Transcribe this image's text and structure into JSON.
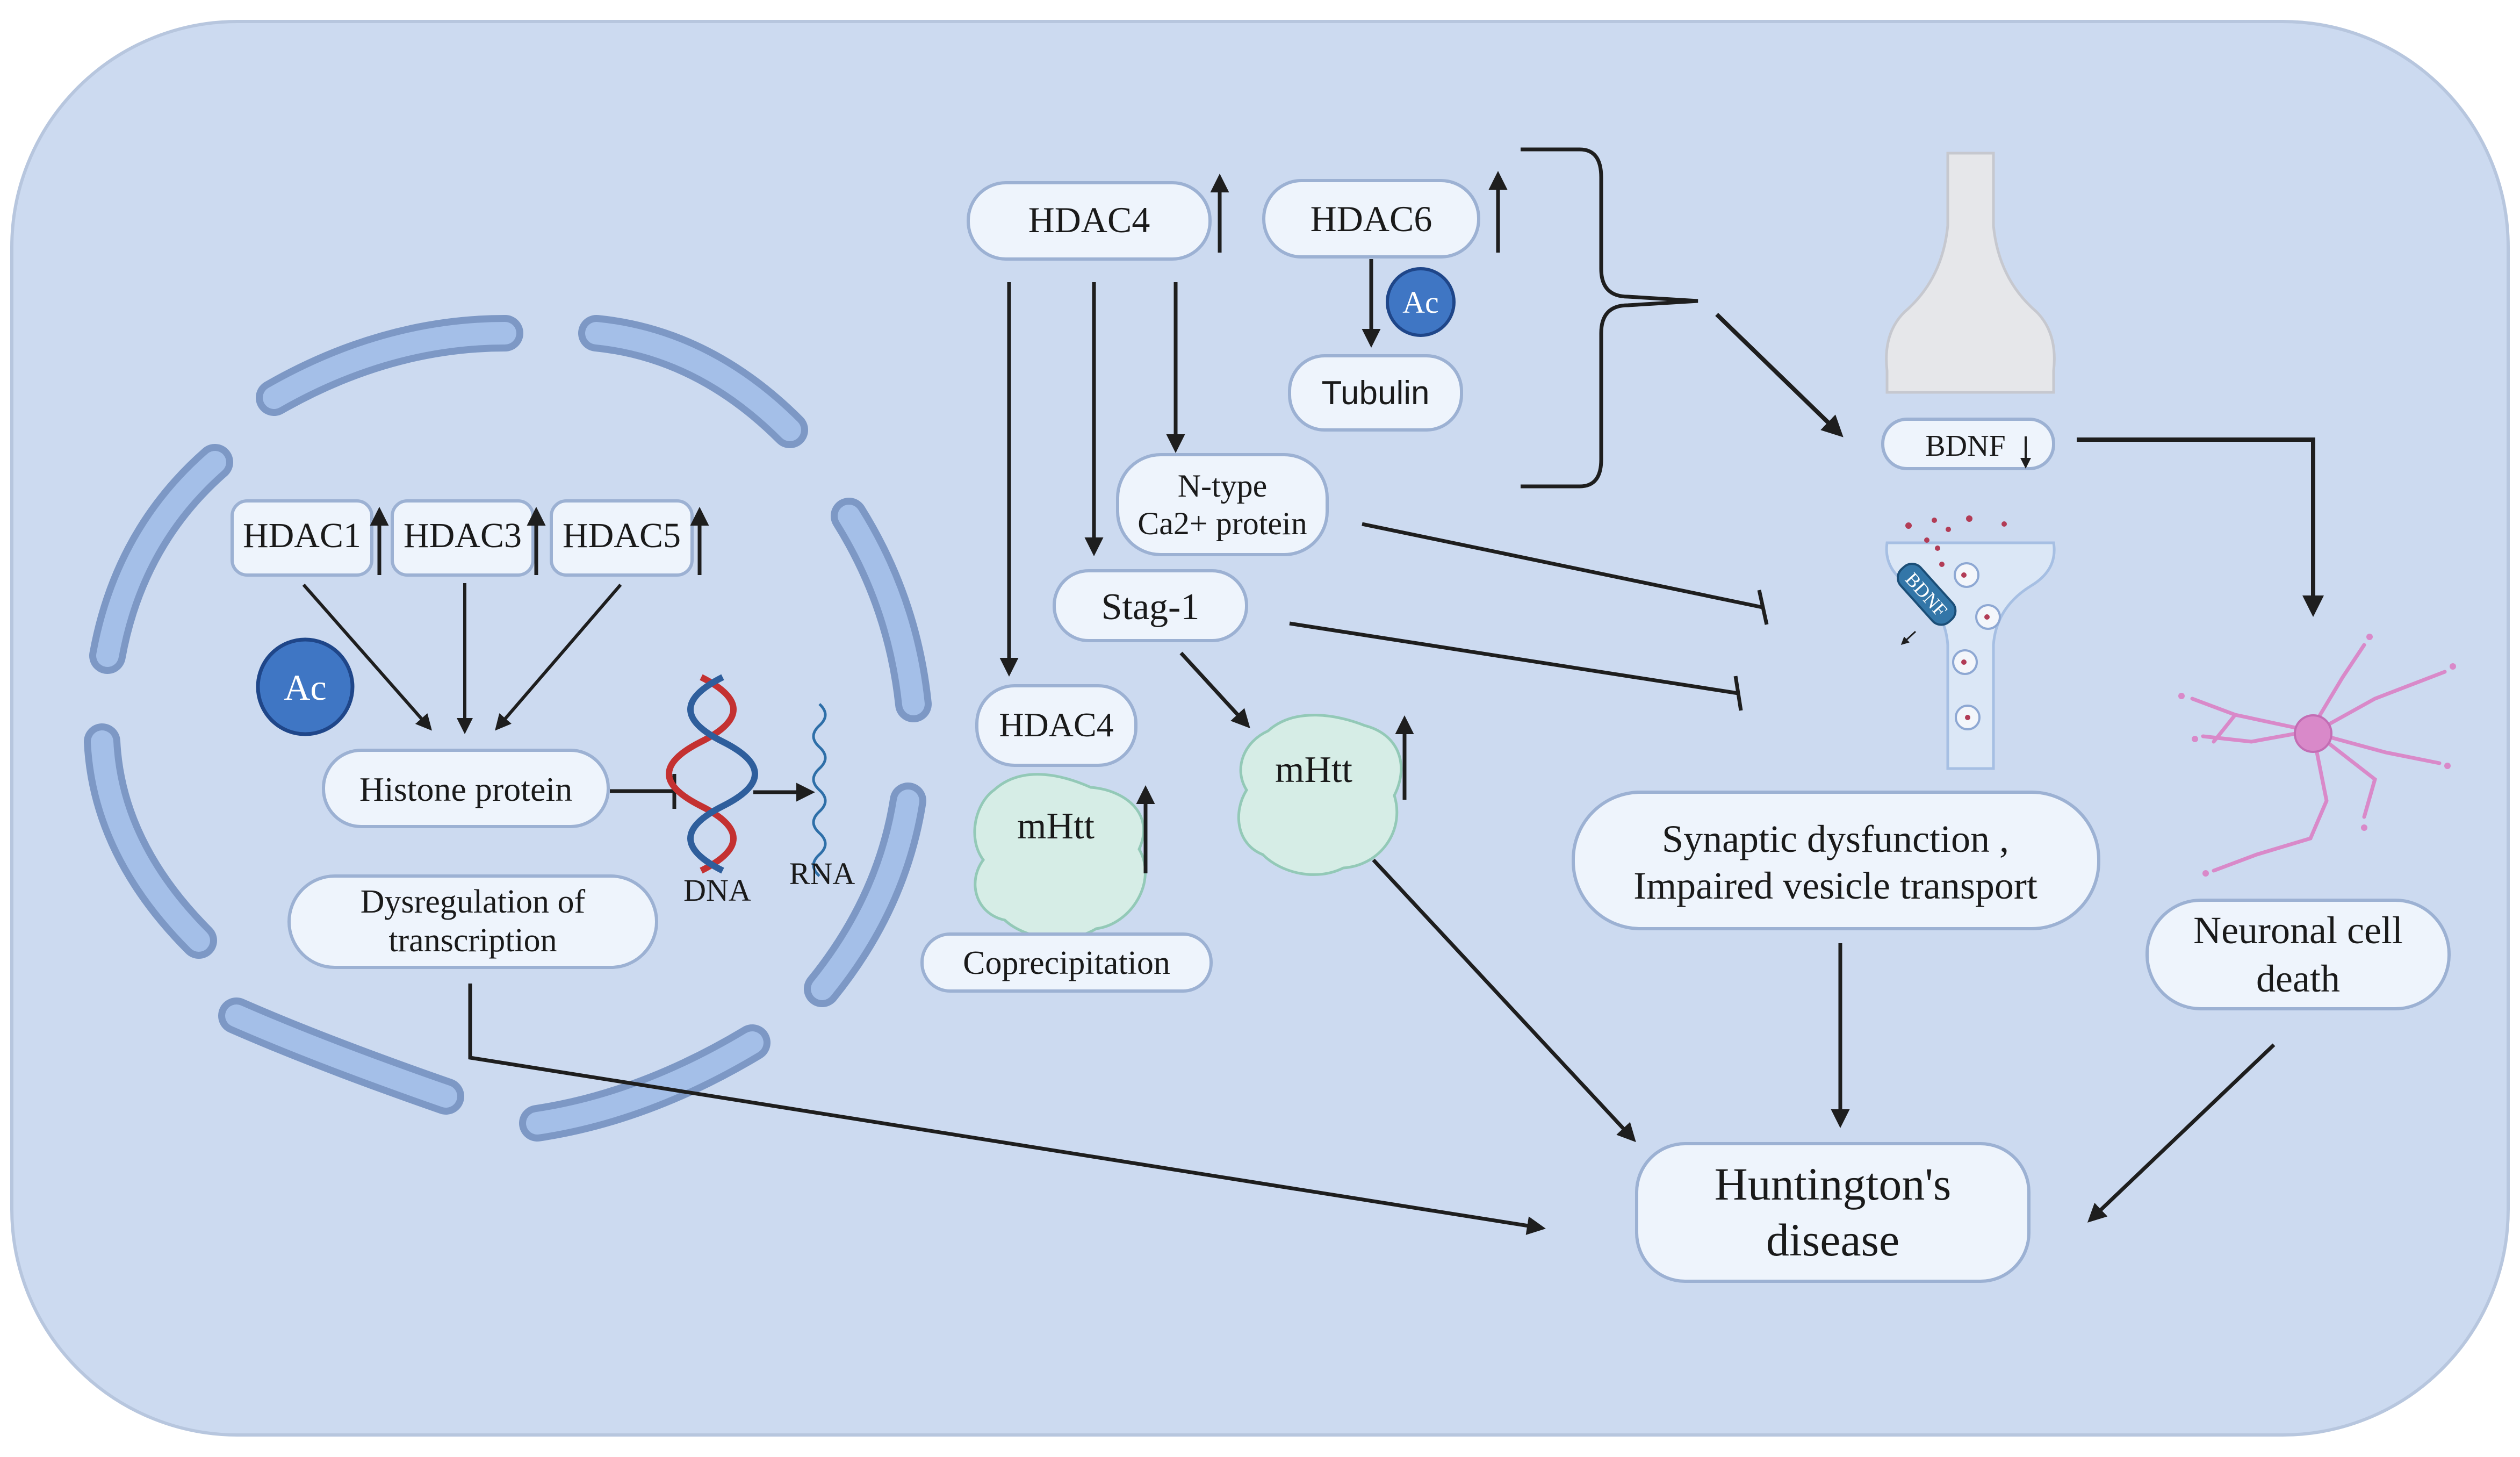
{
  "colors": {
    "cell_fill": "#ccdaf0",
    "cell_stroke": "#b7c6de",
    "box_fill": "#eef4fc",
    "box_stroke": "#9cb1d3",
    "nucleus_fill": "#a4bfe8",
    "nucleus_stroke": "#7d98c5",
    "ac_fill": "#3f76c4",
    "ac_stroke": "#1f4689",
    "arrow": "#1e1e1e",
    "mhtt_fill": "#d6ede6",
    "mhtt_stroke": "#93c9b7",
    "dna_red": "#c43131",
    "dna_blue": "#2e5e9c",
    "neuron": "#d989c9"
  },
  "nucleus": {
    "hdac1": "HDAC1",
    "hdac3": "HDAC3",
    "hdac5": "HDAC5",
    "ac": "Ac",
    "histone": "Histone protein",
    "dna": "DNA",
    "rna": "RNA",
    "dysregulation_line1": "Dysregulation of",
    "dysregulation_line2": "transcription"
  },
  "cytoplasm": {
    "hdac4_top": "HDAC4",
    "hdac6": "HDAC6",
    "ac": "Ac",
    "tubulin": "Tubulin",
    "ntype_line1": "N-type",
    "ntype_line2": "Ca2+ protein",
    "stag1": "Stag-1",
    "hdac4_lower": "HDAC4",
    "mhtt_left": "mHtt",
    "coprecipitation": "Coprecipitation",
    "mhtt_right": "mHtt"
  },
  "synapse": {
    "bdnf_box": "BDNF",
    "bdnf_tag": "BDNF",
    "synaptic_line1": "Synaptic dysfunction ,",
    "synaptic_line2": "Impaired vesicle transport"
  },
  "outcomes": {
    "neuronal_line1": "Neuronal cell",
    "neuronal_line2": "death",
    "huntington_line1": "Huntington's",
    "huntington_line2": "disease"
  }
}
